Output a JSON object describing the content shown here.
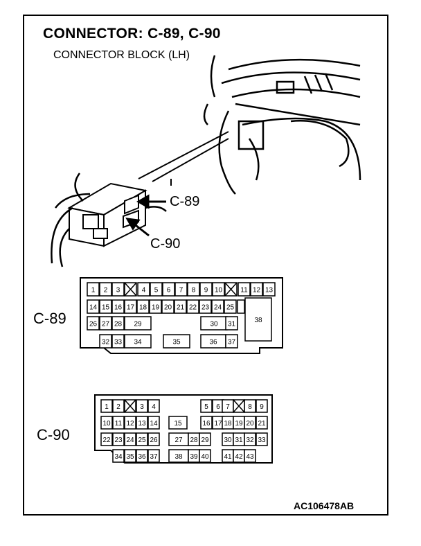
{
  "title": "CONNECTOR: C-89, C-90",
  "subtitle": "CONNECTOR BLOCK (LH)",
  "callouts": {
    "c89": "C-89",
    "c90": "C-90"
  },
  "connectors": {
    "c89": {
      "label": "C-89",
      "pins": [
        "1",
        "2",
        "3",
        "4",
        "5",
        "6",
        "7",
        "8",
        "9",
        "10",
        "11",
        "12",
        "13",
        "14",
        "15",
        "16",
        "17",
        "18",
        "19",
        "20",
        "21",
        "22",
        "23",
        "24",
        "25",
        "26",
        "27",
        "28",
        "29",
        "30",
        "31",
        "38",
        "32",
        "33",
        "34",
        "35",
        "36",
        "37"
      ]
    },
    "c90": {
      "label": "C-90",
      "pins": [
        "1",
        "2",
        "3",
        "4",
        "5",
        "6",
        "7",
        "8",
        "9",
        "10",
        "11",
        "12",
        "13",
        "14",
        "15",
        "16",
        "17",
        "18",
        "19",
        "20",
        "21",
        "22",
        "23",
        "24",
        "25",
        "26",
        "27",
        "28",
        "29",
        "30",
        "31",
        "32",
        "33",
        "34",
        "35",
        "36",
        "37",
        "38",
        "39",
        "40",
        "41",
        "42",
        "43"
      ]
    }
  },
  "image_code": "AC106478AB"
}
